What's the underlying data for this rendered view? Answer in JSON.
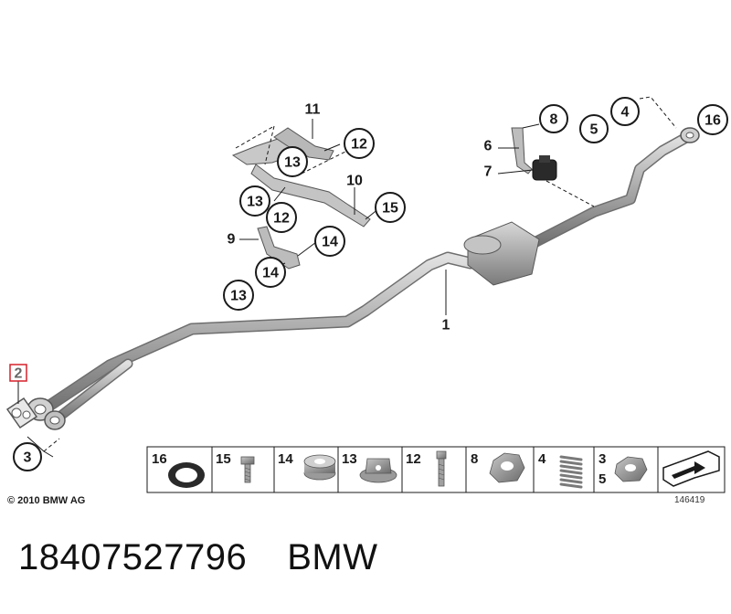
{
  "callouts": {
    "c1": "1",
    "c2": "2",
    "c3": "3",
    "c4": "4",
    "c5": "5",
    "c6": "6",
    "c7": "7",
    "c8": "8",
    "c9": "9",
    "c10": "10",
    "c11": "11",
    "c12a": "12",
    "c12b": "12",
    "c13a": "13",
    "c13b": "13",
    "c13c": "13",
    "c14a": "14",
    "c14b": "14",
    "c15": "15",
    "c16": "16"
  },
  "legend": {
    "cells": [
      {
        "label": "16"
      },
      {
        "label": "15"
      },
      {
        "label": "14"
      },
      {
        "label": "13"
      },
      {
        "label": "12"
      },
      {
        "label": "8"
      },
      {
        "label": "4"
      },
      {
        "label": "3",
        "label2": "5"
      }
    ]
  },
  "footer": {
    "copyright": "© 2010 BMW AG",
    "diagram_id": "146419"
  },
  "part": {
    "number": "18407527796",
    "brand": "BMW"
  },
  "colors": {
    "pipe": "#9a9a9a",
    "pipe_highlight": "#d0d0d0",
    "hardware": "#8c8c8c",
    "highlight_box": "#d6202a"
  }
}
